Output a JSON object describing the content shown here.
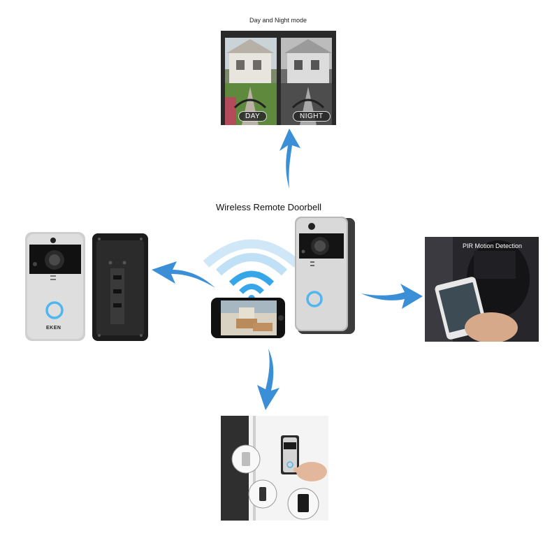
{
  "top_panel": {
    "caption": "Day and Night mode",
    "day_label": "DAY",
    "night_label": "NIGHT"
  },
  "center": {
    "title": "Wireless Remote Doorbell"
  },
  "left_device": {
    "brand": "EKEN"
  },
  "right_panel": {
    "caption": "PIR Motion Detection"
  },
  "colors": {
    "arrow": "#3a8fd6",
    "wifi": "#37a6e8",
    "ring": "#4fb6ef"
  }
}
